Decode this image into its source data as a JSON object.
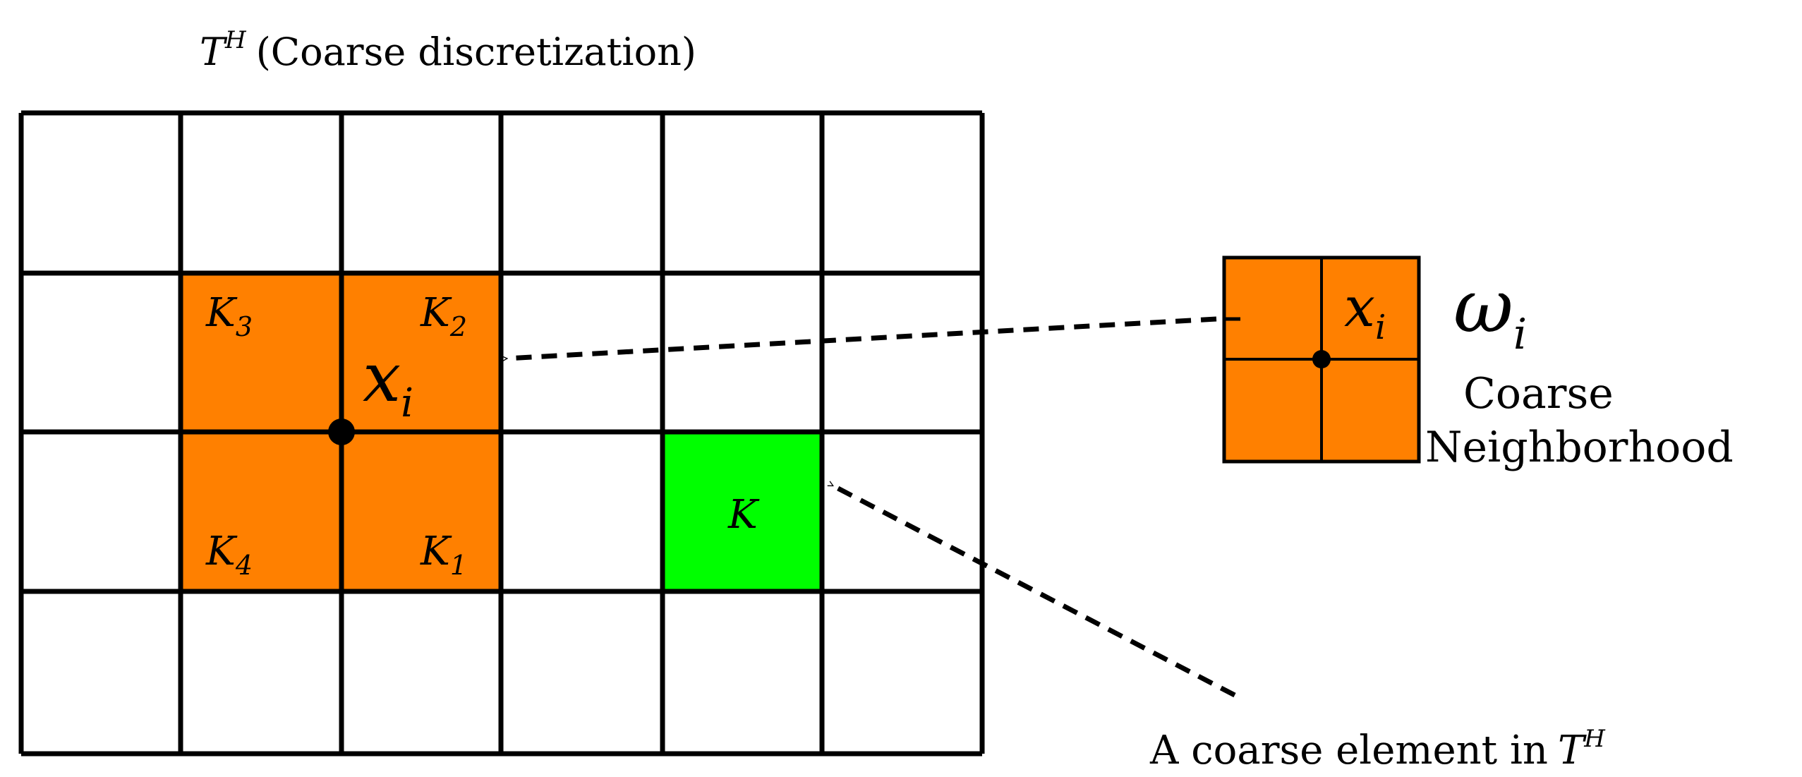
{
  "title": {
    "symbol": "T",
    "superscript": "H",
    "text": "(Coarse discretization)"
  },
  "grid": {
    "columns": 6,
    "rows": 4,
    "neighborhood_cells": [
      [
        1,
        1
      ],
      [
        2,
        1
      ],
      [
        1,
        2
      ],
      [
        2,
        2
      ]
    ],
    "element_cell": [
      4,
      2
    ]
  },
  "cell_labels": {
    "k3": {
      "base": "K",
      "sub": "3"
    },
    "k2": {
      "base": "K",
      "sub": "2"
    },
    "k4": {
      "base": "K",
      "sub": "4"
    },
    "k1": {
      "base": "K",
      "sub": "1"
    },
    "k": {
      "base": "K"
    }
  },
  "node_label": {
    "base": "x",
    "sub": "i"
  },
  "neighborhood": {
    "omega": {
      "base": "ω",
      "sub": "i"
    },
    "node": {
      "base": "x",
      "sub": "i"
    },
    "caption_line1": "Coarse",
    "caption_line2": "Neighborhood"
  },
  "element_caption": {
    "text": "A coarse element in",
    "symbol": "T",
    "superscript": "H"
  },
  "colors": {
    "orange": "#ff8000",
    "green": "#00ff00",
    "line": "#000000"
  }
}
